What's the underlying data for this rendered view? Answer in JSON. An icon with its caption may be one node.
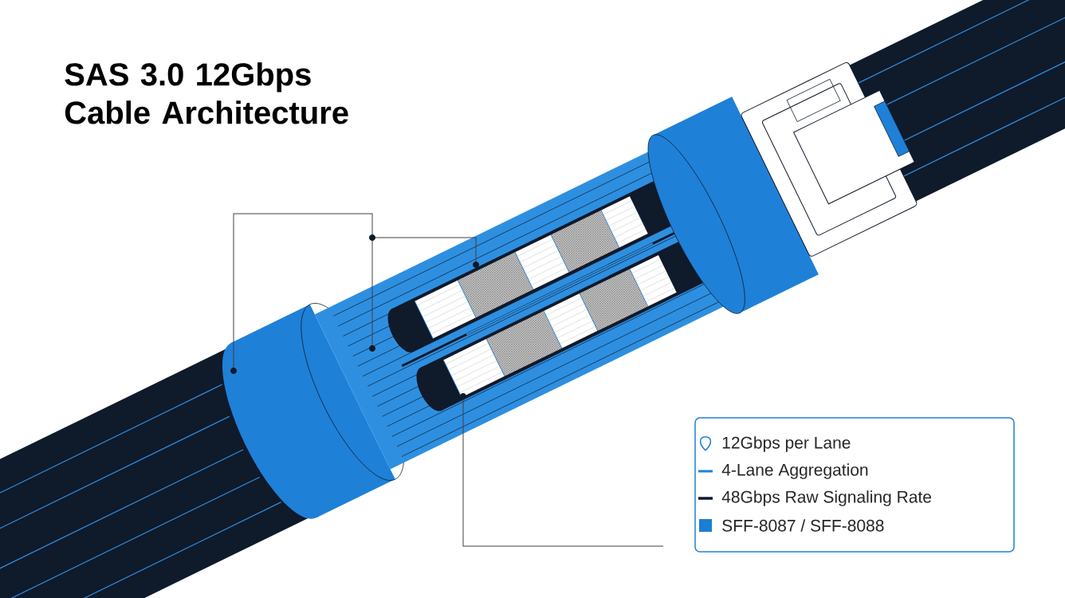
{
  "diagram": {
    "title": "SAS 3.0 12Gbps Cable Architecture",
    "legend": [
      {
        "text": "12Gbps per Lane"
      },
      {
        "text": "4-Lane Aggregation"
      },
      {
        "text": "48Gbps Raw Signaling Rate"
      },
      {
        "text": "SFF-8087 / SFF-8088",
        "color": "#1a7fd4"
      }
    ]
  }
}
